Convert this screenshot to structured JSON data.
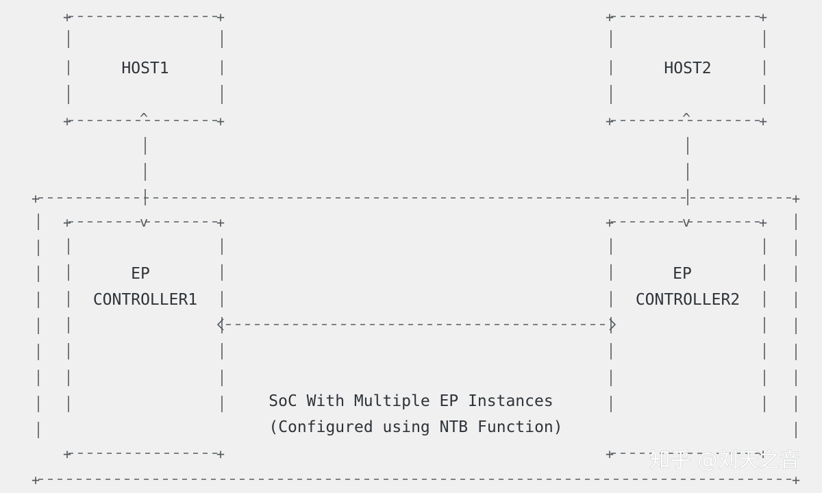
{
  "diagram": {
    "host1": {
      "label": "HOST1"
    },
    "host2": {
      "label": "HOST2"
    },
    "ep1": {
      "line1": "EP",
      "line2": "CONTROLLER1"
    },
    "ep2": {
      "line1": "EP",
      "line2": "CONTROLLER2"
    },
    "soc": {
      "line1": "SoC With Multiple EP Instances",
      "line2": "(Configured using NTB Function)"
    }
  },
  "watermark": {
    "text": "知乎 @刘天之音"
  },
  "colors": {
    "background": "#f0f0f0",
    "line": "#555a5f",
    "text": "#2f3439"
  }
}
